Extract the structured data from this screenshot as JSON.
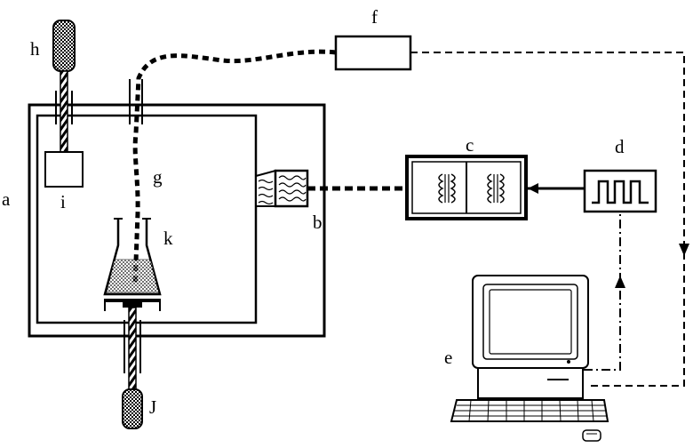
{
  "labels": {
    "a": "a",
    "b": "b",
    "c": "c",
    "d": "d",
    "e": "e",
    "f": "f",
    "g": "g",
    "h": "h",
    "i": "i",
    "j": "J",
    "k": "k"
  },
  "colors": {
    "line": "#000000",
    "background": "#ffffff"
  }
}
